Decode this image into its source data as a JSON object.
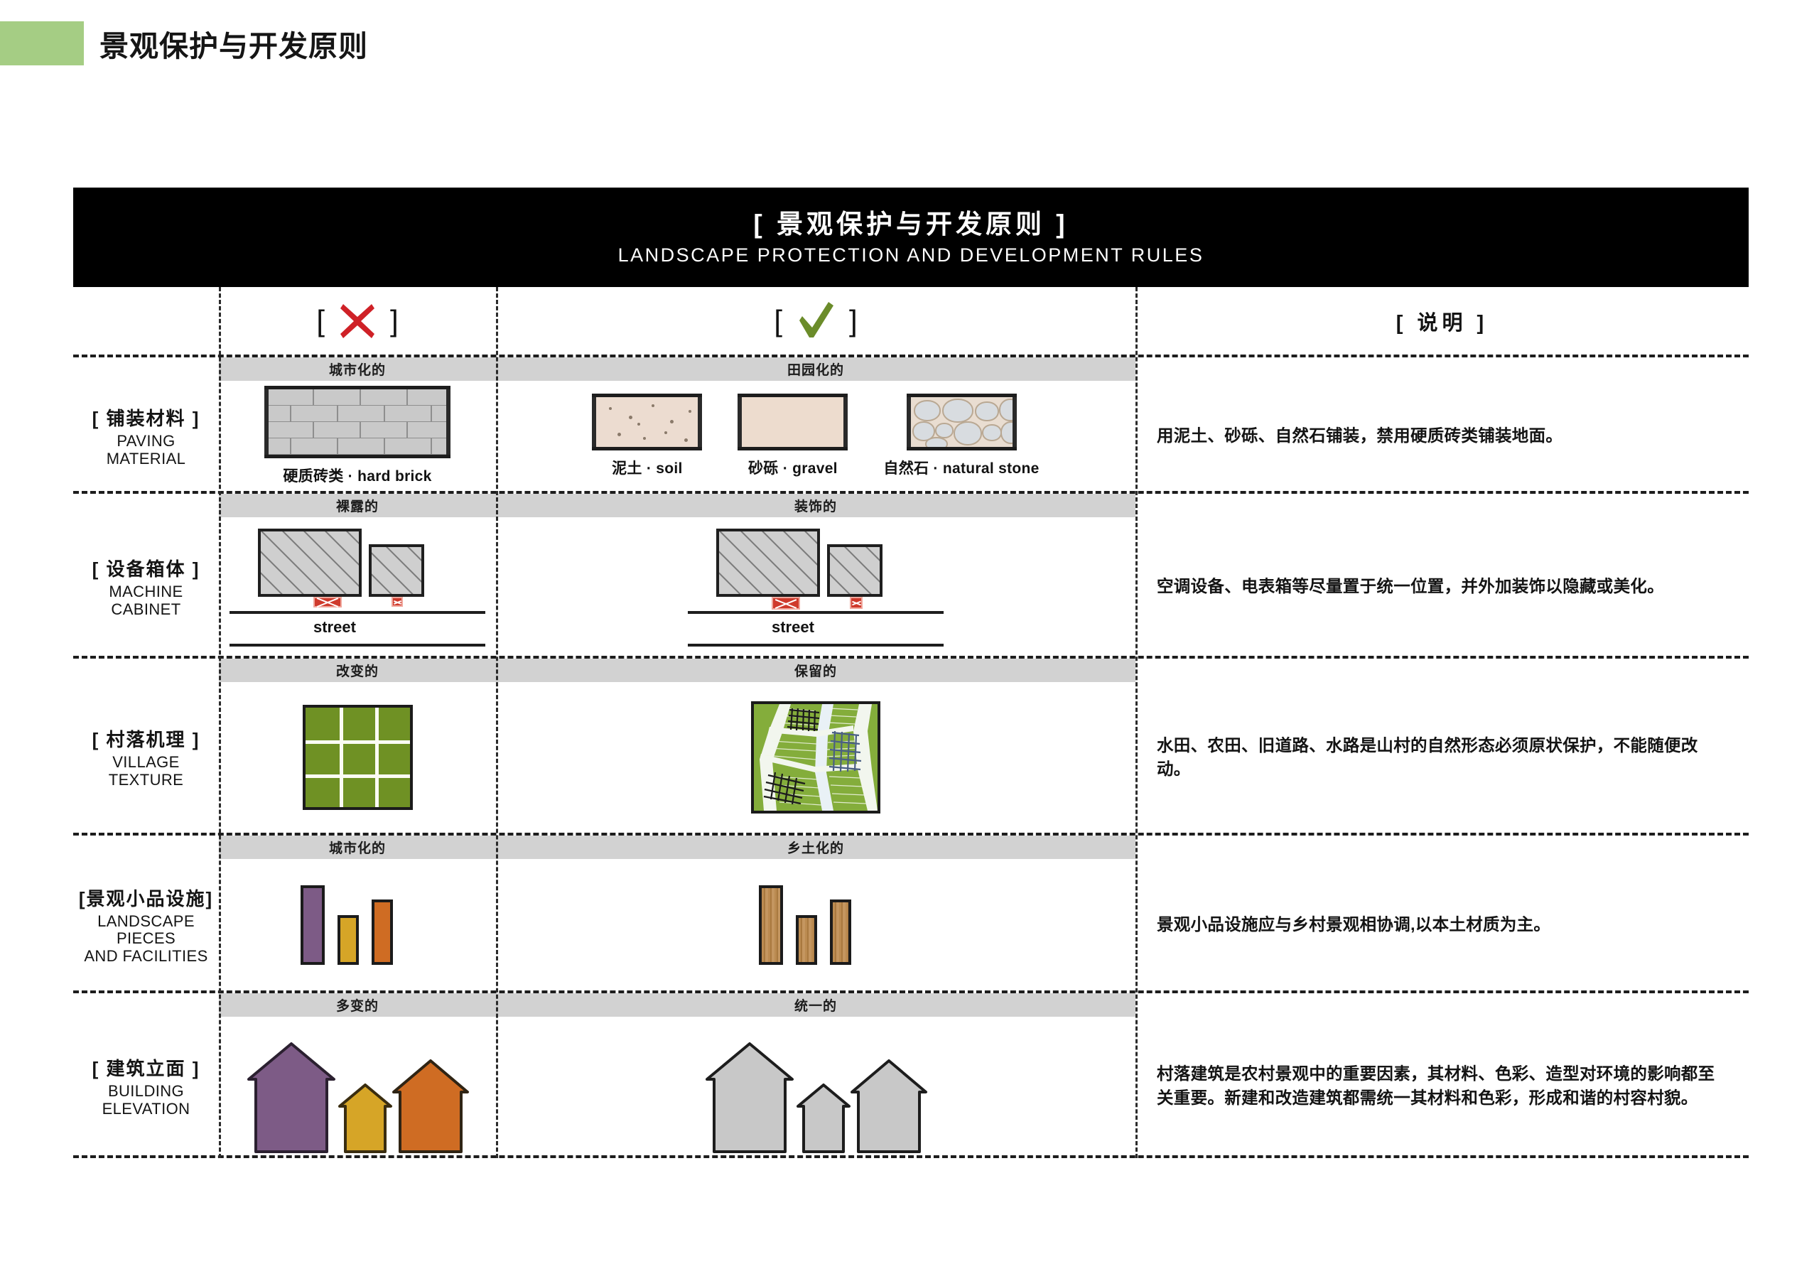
{
  "page": {
    "header_title": "景观保护与开发原则",
    "accent_green": "#a5cd84"
  },
  "title_bar": {
    "title_cn": "[ 景观保护与开发原则 ]",
    "title_en": "LANDSCAPE PROTECTION AND DEVELOPMENT RULES"
  },
  "columns": {
    "bad_bracket_left": "[",
    "bad_bracket_right": "]",
    "bad_icon": "cross-icon",
    "good_bracket_left": "[",
    "good_bracket_right": "]",
    "good_icon": "check-icon",
    "desc_header": "[ 说明 ]",
    "bad_color": "#cf2127",
    "good_color": "#6b8c2a"
  },
  "rows": [
    {
      "label_cn": "[ 铺装材料 ]",
      "label_en_line1": "PAVING",
      "label_en_line2": "MATERIAL",
      "bad_band": "城市化的",
      "good_band": "田园化的",
      "bad_items": [
        {
          "caption": "硬质砖类 · hard brick"
        }
      ],
      "good_items": [
        {
          "caption": "泥土 · soil"
        },
        {
          "caption": "砂砾 · gravel"
        },
        {
          "caption": "自然石 · natural stone"
        }
      ],
      "description": "用泥土、砂砾、自然石铺装，禁用硬质砖类铺装地面。"
    },
    {
      "label_cn": "[ 设备箱体 ]",
      "label_en_line1": "MACHINE",
      "label_en_line2": "CABINET",
      "bad_band": "裸露的",
      "good_band": "装饰的",
      "bad_items": [
        {
          "caption": "street"
        }
      ],
      "good_items": [
        {
          "caption": "street"
        }
      ],
      "description": "空调设备、电表箱等尽量置于统一位置，并外加装饰以隐藏或美化。"
    },
    {
      "label_cn": "[ 村落机理 ]",
      "label_en_line1": "VILLAGE",
      "label_en_line2": "TEXTURE",
      "bad_band": "改变的",
      "good_band": "保留的",
      "bad_items": [],
      "good_items": [],
      "description": "水田、农田、旧道路、水路是山村的自然形态必须原状保护，不能随便改动。"
    },
    {
      "label_cn": "[景观小品设施]",
      "label_en_line1": "LANDSCAPE",
      "label_en_line2": "PIECES",
      "label_en_line3": "AND FACILITIES",
      "bad_band": "城市化的",
      "good_band": "乡土化的",
      "bad_items": [],
      "good_items": [],
      "description": "景观小品设施应与乡村景观相协调,以本土材质为主。"
    },
    {
      "label_cn": "[ 建筑立面 ]",
      "label_en_line1": "BUILDING",
      "label_en_line2": "ELEVATION",
      "bad_band": "多变的",
      "good_band": "统一的",
      "bad_items": [],
      "good_items": [],
      "description": "村落建筑是农村景观中的重要因素，其材料、色彩、造型对环境的影响都至关重要。新建和改造建筑都需统一其材料和色彩，形成和谐的村容村貌。"
    }
  ],
  "palette": {
    "purple": "#7d5b86",
    "yellow": "#d6a527",
    "orange": "#cf6c23",
    "gray_house": "#c8c8c8",
    "wood": "#bb8b51",
    "green_field": "#6f9124",
    "band_gray": "#d2d2d2"
  }
}
